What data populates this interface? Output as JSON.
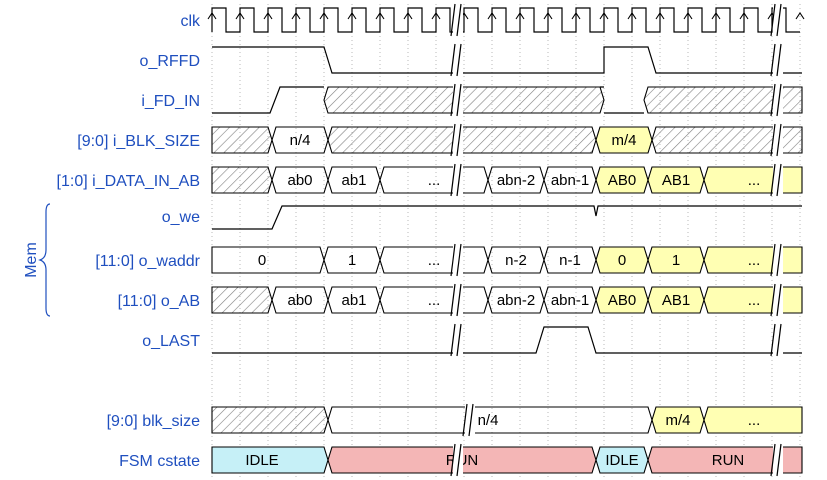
{
  "signals": [
    {
      "id": "clk",
      "label": "clk"
    },
    {
      "id": "rffd",
      "label": "o_RFFD"
    },
    {
      "id": "fdin",
      "label": "i_FD_IN"
    },
    {
      "id": "blksize",
      "label": "[9:0] i_BLK_SIZE",
      "values": [
        "n/4",
        "m/4"
      ]
    },
    {
      "id": "datain",
      "label": "[1:0] i_DATA_IN_AB",
      "values": [
        "ab0",
        "ab1",
        "...",
        "abn-2",
        "abn-1",
        "AB0",
        "AB1",
        "..."
      ]
    },
    {
      "id": "we",
      "label": "o_we"
    },
    {
      "id": "waddr",
      "label": "[11:0] o_waddr",
      "values": [
        "0",
        "1",
        "...",
        "n-2",
        "n-1",
        "0",
        "1",
        "..."
      ]
    },
    {
      "id": "oab",
      "label": "[11:0] o_AB",
      "values": [
        "ab0",
        "ab1",
        "...",
        "abn-2",
        "abn-1",
        "AB0",
        "AB1",
        "..."
      ]
    },
    {
      "id": "last",
      "label": "o_LAST"
    },
    {
      "id": "blk",
      "label": "[9:0] blk_size",
      "values": [
        "n/4",
        "m/4",
        "..."
      ]
    },
    {
      "id": "fsm",
      "label": "FSM cstate",
      "values": [
        "IDLE",
        "RUN",
        "IDLE",
        "RUN"
      ]
    }
  ],
  "group": {
    "label": "Mem"
  },
  "colors": {
    "label": "#1f4fbf",
    "highlight": "#ffffb3",
    "idle": "#c6f0f7",
    "run": "#f4b6b6",
    "hatch": "#808080"
  }
}
